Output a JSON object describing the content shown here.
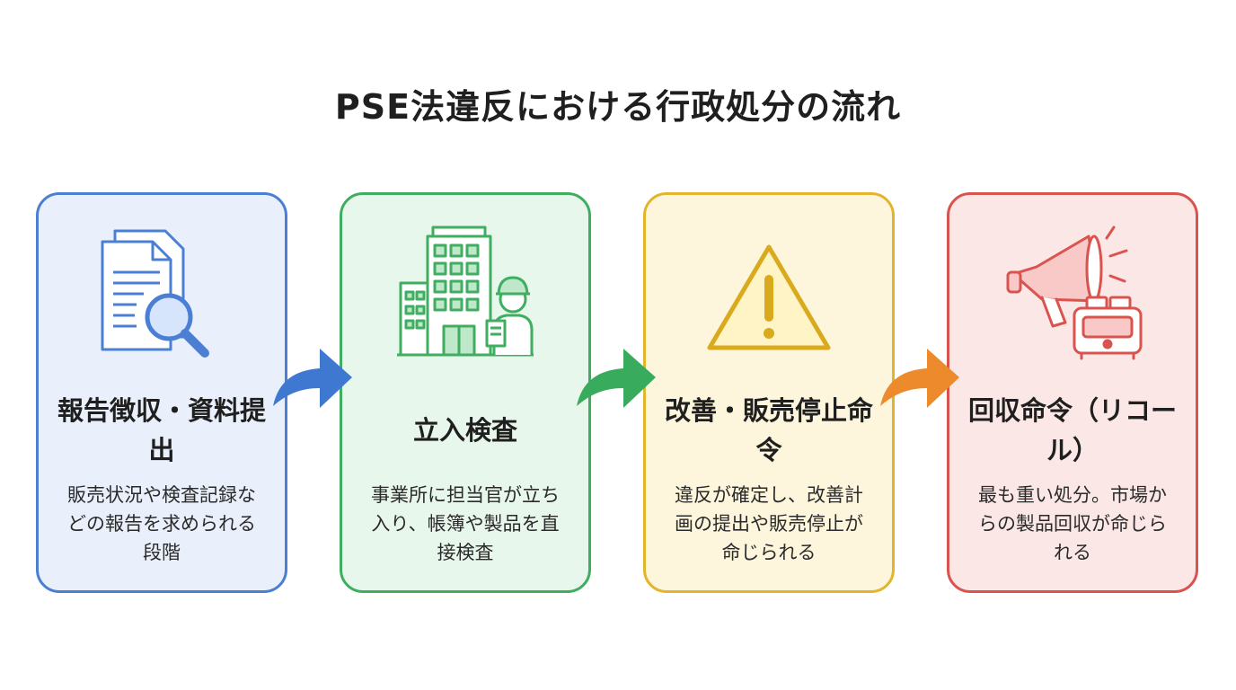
{
  "title": "PSE法違反における行政処分の流れ",
  "steps": [
    {
      "heading": "報告徴収・資料提出",
      "description": "販売状況や検査記録などの報告を求められる段階",
      "icon": "document-magnifier-icon",
      "color": "#4a7fd3",
      "fill": "#e9f0fc"
    },
    {
      "heading": "立入検査",
      "description": "事業所に担当官が立ち入り、帳簿や製品を直接検査",
      "icon": "building-inspector-icon",
      "color": "#3fae60",
      "fill": "#e8f7ec"
    },
    {
      "heading": "改善・販売停止命令",
      "description": "違反が確定し、改善計画の提出や販売停止が命じられる",
      "icon": "warning-triangle-icon",
      "color": "#e2b52c",
      "fill": "#fdf6dc"
    },
    {
      "heading": "回収命令（リコール）",
      "description": "最も重い処分。市場からの製品回収が命じられる",
      "icon": "megaphone-toaster-icon",
      "color": "#d9534f",
      "fill": "#fbe7e6"
    }
  ],
  "arrows": [
    {
      "color": "#3f78d1"
    },
    {
      "color": "#39ab5c"
    },
    {
      "color": "#ec8a2c"
    }
  ]
}
